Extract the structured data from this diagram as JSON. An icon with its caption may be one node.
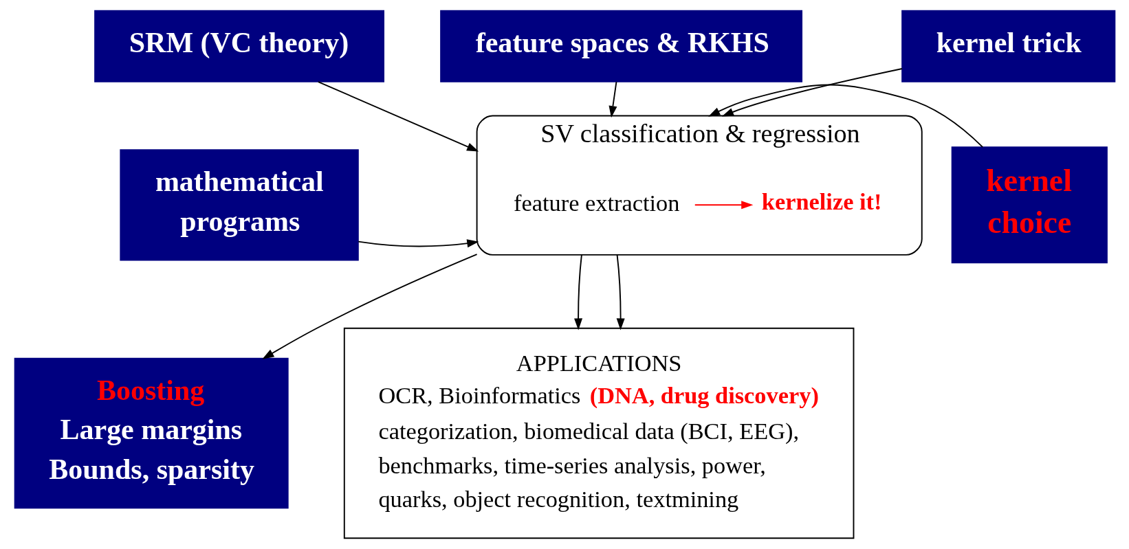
{
  "diagram": {
    "nodes": [
      {
        "text": [
          "SRM (VC theory)"
        ]
      },
      {
        "text": [
          "feature spaces & RKHS"
        ]
      },
      {
        "text": [
          "kernel trick"
        ]
      },
      {
        "text": [
          "mathematical programs"
        ]
      },
      {
        "text": [
          "SV classification & regression"
        ]
      },
      {
        "text": [
          "feature extraction"
        ],
        "in": 4
      },
      {
        "text": [
          "kernelize it!"
        ],
        "in": 4
      },
      {
        "text": [
          "kernel choice"
        ]
      },
      {
        "text": [
          "Boosting",
          "Large margins",
          "Bounds, sparsity"
        ]
      },
      {
        "text": [
          "APPLICATIONS",
          "OCR, Bioinformatics **(DNA, drug discovery)** categorization, biomedical data (BCI, EEG), benchmarks, time-series analysis, power, quarks, object recognition, textmining"
        ]
      }
    ],
    "edges": [
      {
        "from": 0,
        "to": 4,
        "arrow": "to"
      },
      {
        "from": 1,
        "to": 4,
        "arrow": "to"
      },
      {
        "from": 2,
        "to": 4,
        "arrow": "to"
      },
      {
        "from": 3,
        "to": 4,
        "arrow": "to"
      },
      {
        "from": 7,
        "to": 4,
        "arrow": "to"
      },
      {
        "from": 5,
        "to": 6,
        "arrow": "to",
        "color": "#ff0000"
      },
      {
        "from": 4,
        "to": 8,
        "arrow": "to"
      },
      {
        "from": 4,
        "to": 9,
        "arrow": "to"
      },
      {
        "from": 4,
        "to": 9,
        "arrow": "to"
      }
    ]
  }
}
